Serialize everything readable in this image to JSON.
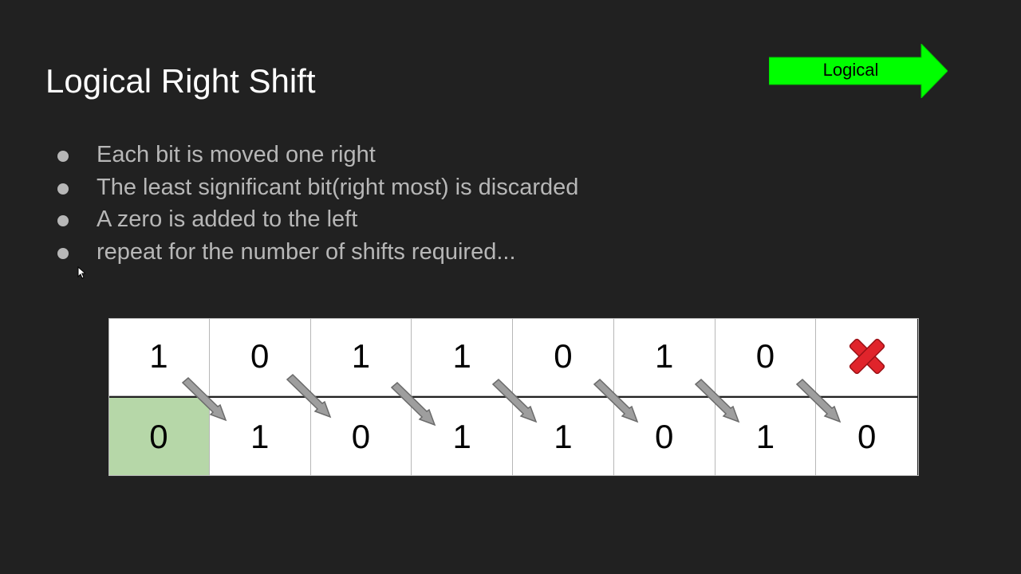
{
  "slide": {
    "title": "Logical Right Shift",
    "badge": {
      "label": "Logical",
      "color": "#00ff00"
    },
    "bullets": [
      "Each bit is moved one right",
      "The least significant bit(right most) is discarded",
      "A zero is added to the left",
      "repeat for the number of shifts required..."
    ]
  },
  "diagram": {
    "top_row": [
      "1",
      "0",
      "1",
      "1",
      "0",
      "1",
      "0"
    ],
    "discarded_icon": "red-x-icon",
    "bottom_row": [
      "0",
      "1",
      "0",
      "1",
      "1",
      "0",
      "1",
      "0"
    ],
    "highlight_color": "#b6d7a8",
    "arrow_icon": "diagonal-arrow-icon"
  }
}
